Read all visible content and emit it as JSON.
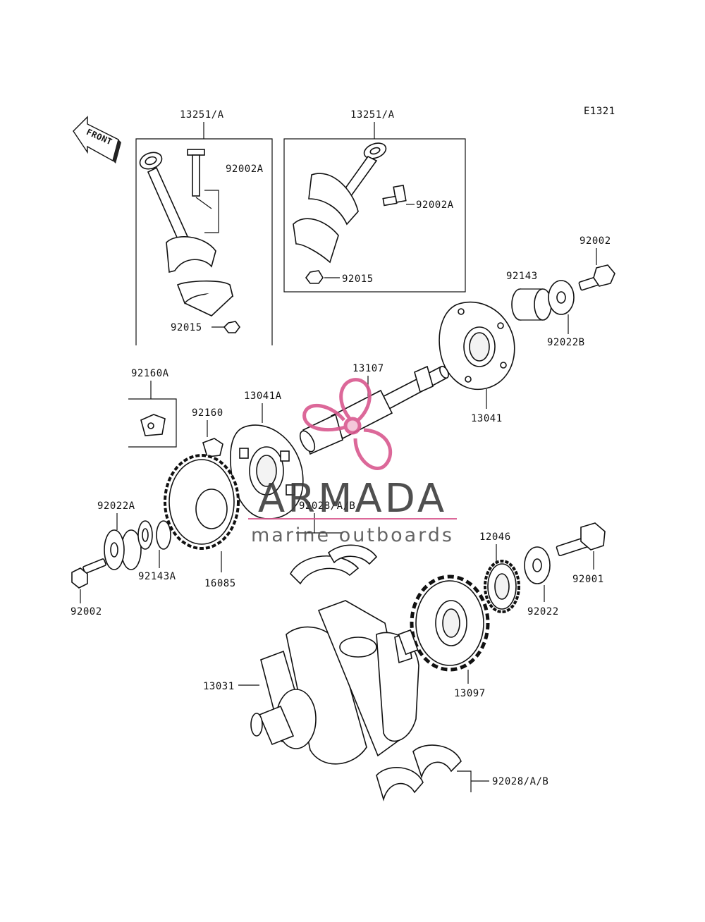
{
  "diagram_code": "E1321",
  "front_label": "FRONT",
  "watermark": {
    "brand": "ARMADA",
    "tagline": "marine outboards",
    "accent_color": "#d9588f"
  },
  "part_labels": {
    "conrod_left": "13251/A",
    "conrod_right": "13251/A",
    "bolt_left": "92002A",
    "bolt_right": "92002A",
    "nut_left": "92015",
    "nut_right": "92015",
    "bolt_top_right": "92002",
    "collar_top_right": "92143",
    "washer_top_right": "92022B",
    "gear_hub_right": "13041",
    "shaft": "13107",
    "gear_hub_left": "13041A",
    "damper_box": "92160A",
    "damper": "92160",
    "washer_left": "92022A",
    "collar_left": "92143A",
    "gear_left": "16085",
    "bolt_left_bottom": "92002",
    "bearing_upper": "92028/A/B",
    "sprocket_small": "12046",
    "bolt_bottom_right": "92001",
    "washer_bottom_right": "92022",
    "sprocket_large": "13097",
    "crankshaft": "13031",
    "bearing_lower": "92028/A/B"
  }
}
